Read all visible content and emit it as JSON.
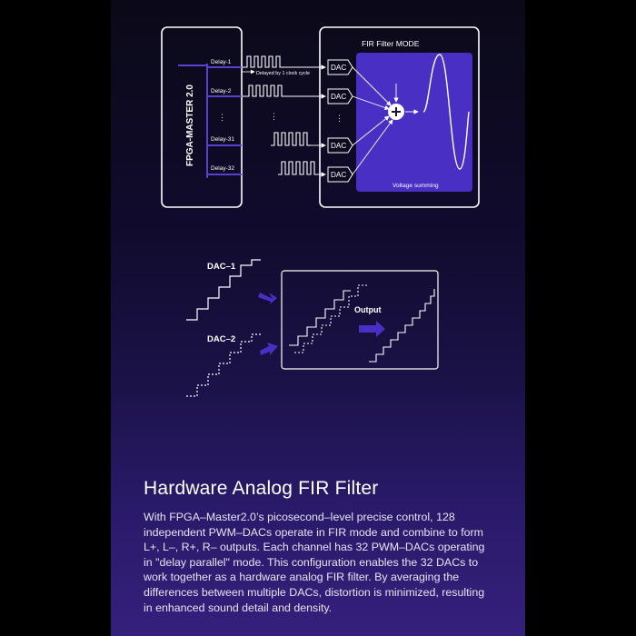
{
  "diagram_top": {
    "fpga_label": "FPGA-MASTER 2.0",
    "delays": [
      "Delay-1",
      "Delay-2",
      "Delay-31",
      "Delay-32"
    ],
    "delay_note": "Delayed by 1 clock cycle",
    "filter_title": "FIR Filter MODE",
    "dac_label": "DAC",
    "sum_caption": "Voltage summing"
  },
  "diagram_bottom": {
    "dac1_label": "DAC–1",
    "dac2_label": "DAC–2",
    "output_label": "Output"
  },
  "section": {
    "title": "Hardware Analog FIR Filter",
    "body": "With FPGA–Master2.0’s picosecond–level precise control, 128 independent PWM–DACs operate in FIR mode and combine to form L+, L–, R+, R– outputs. Each channel has 32 PWM–DACs operating in \"delay parallel\" mode. This configuration enables the 32 DACs to work together as a hardware analog FIR filter. By averaging the differences between multiple DACs, distortion is minimized, resulting in enhanced sound detail and density."
  },
  "colors": {
    "accent": "#5a3fd0",
    "inner_box": "#4a2fc4",
    "bg_top": "#0b0918",
    "bg_bottom": "#35207c"
  }
}
